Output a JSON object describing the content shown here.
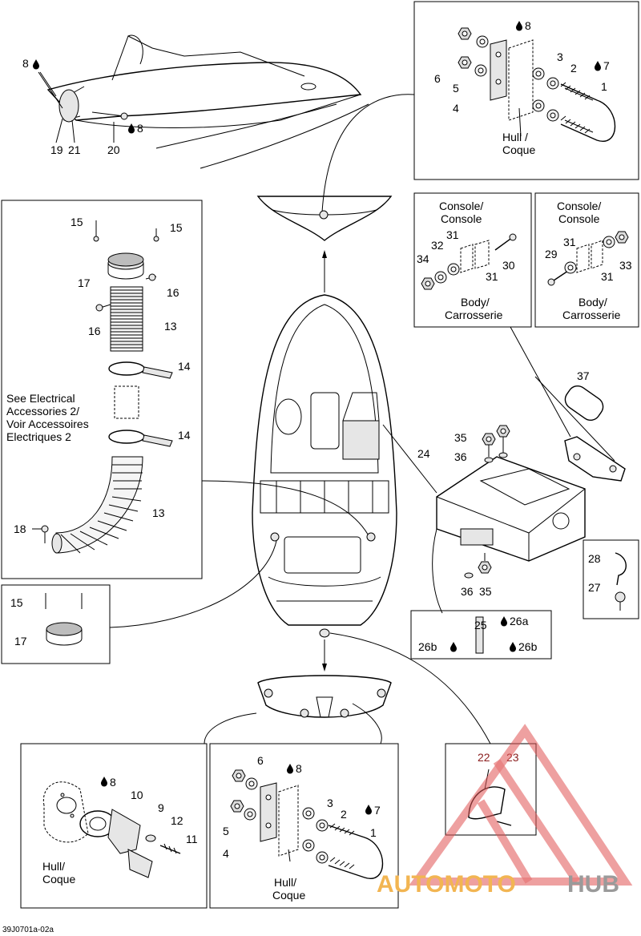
{
  "callouts": {
    "c1": "1",
    "c2": "2",
    "c3": "3",
    "c4": "4",
    "c5": "5",
    "c6": "6",
    "c7": "7",
    "c8": "8",
    "c9": "9",
    "c10": "10",
    "c11": "11",
    "c12": "12",
    "c13": "13",
    "c14": "14",
    "c15": "15",
    "c16": "16",
    "c17": "17",
    "c18": "18",
    "c19": "19",
    "c20": "20",
    "c21": "21",
    "c22": "22",
    "c23": "23",
    "c24": "24",
    "c25": "25",
    "c26a": "26a",
    "c26b": "26b",
    "c27": "27",
    "c28": "28",
    "c29": "29",
    "c30": "30",
    "c31": "31",
    "c32": "32",
    "c33": "33",
    "c34": "34",
    "c35": "35",
    "c36": "36",
    "c37": "37"
  },
  "labels": {
    "hull_coque_1": "Hull /",
    "hull_coque_2": "Coque",
    "hull_coque_b1": "Hull/",
    "hull_coque_b2": "Coque",
    "console_1": "Console/",
    "console_2": "Console",
    "body_1": "Body/",
    "body_2": "Carrosserie",
    "electrical_1": "See Electrical",
    "electrical_2": "Accessories 2/",
    "electrical_3": "Voir Accessoires",
    "electrical_4": "Electriques 2"
  },
  "footer": {
    "drawing_code": "39J0701a-02a"
  },
  "watermark": {
    "part1": "AUTOMOTO",
    "part2": "HUB"
  },
  "colors": {
    "watermark_red": "#e05555",
    "watermark_orange": "#f2b552",
    "watermark_grey": "#9a9a9a",
    "highlight_callout": "#8a1d1d"
  },
  "icons": {
    "drop": "lubricant-drop-icon"
  }
}
